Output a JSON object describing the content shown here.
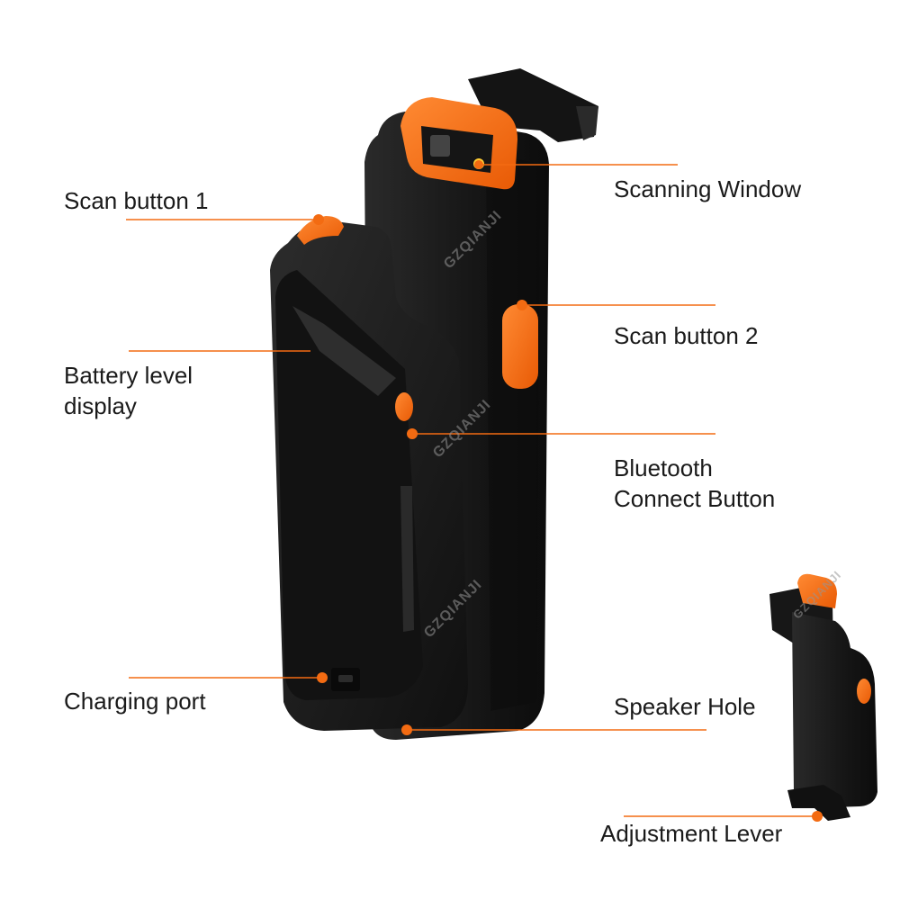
{
  "labels": {
    "scan_button_1": "Scan button 1",
    "battery_level_display": [
      "Battery level",
      "display"
    ],
    "charging_port": "Charging port",
    "scanning_window": "Scanning Window",
    "scan_button_2": "Scan button 2",
    "bluetooth_connect_button": [
      "Bluetooth",
      "Connect Button"
    ],
    "speaker_hole": "Speaker Hole",
    "adjustment_lever": "Adjustment Lever"
  },
  "watermark": "GZQIANJI",
  "colors": {
    "accent": "#f36b12",
    "device_body": "#1b1b1b",
    "background": "#ffffff"
  }
}
